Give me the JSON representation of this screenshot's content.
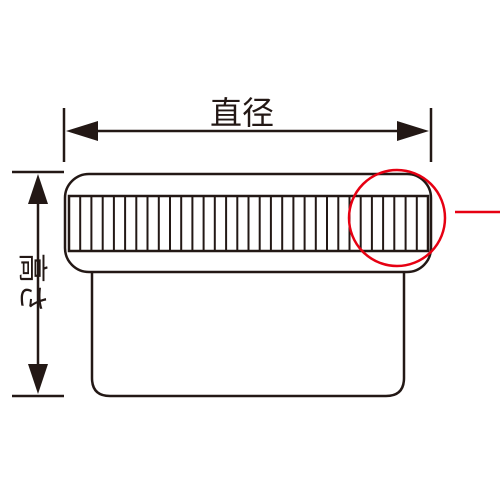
{
  "diagram": {
    "diameter_label": "直径",
    "height_label": "高さ",
    "lid_rib_count": 31,
    "colors": {
      "line": "#231815",
      "highlight": "#e60012",
      "background": "#ffffff"
    }
  }
}
